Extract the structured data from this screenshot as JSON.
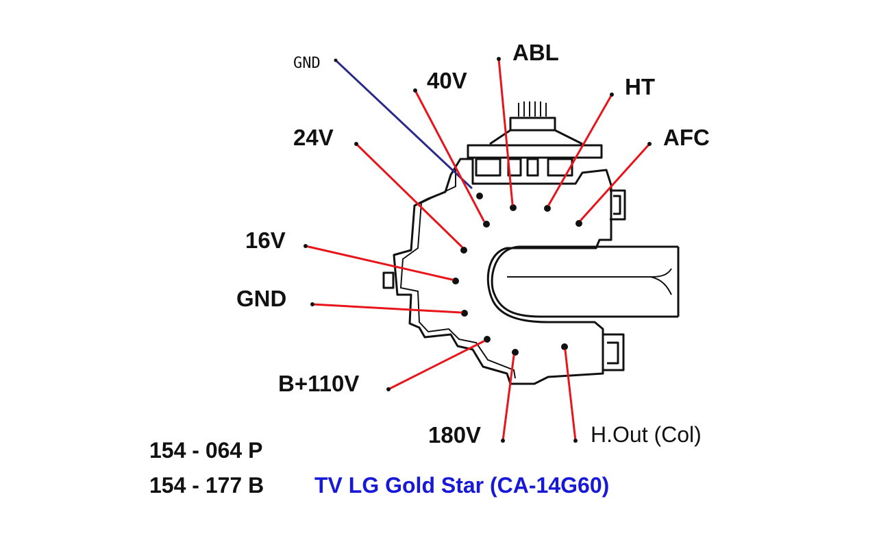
{
  "diagram": {
    "labels": {
      "gnd_small": "GND",
      "v40": "40V",
      "abl": "ABL",
      "ht": "HT",
      "v24": "24V",
      "afc": "AFC",
      "v16": "16V",
      "gnd": "GND",
      "b110": "B+110V",
      "v180": "180V",
      "hout": "H.Out (Col)"
    },
    "part_numbers": [
      "154 - 064 P",
      "154 - 177 B"
    ],
    "model": "TV LG Gold Star (CA-14G60)",
    "colors": {
      "lead": "#e8141a",
      "gnd_lead": "#2a2a8a",
      "model_text": "#1818d8",
      "outline": "#111111"
    }
  }
}
